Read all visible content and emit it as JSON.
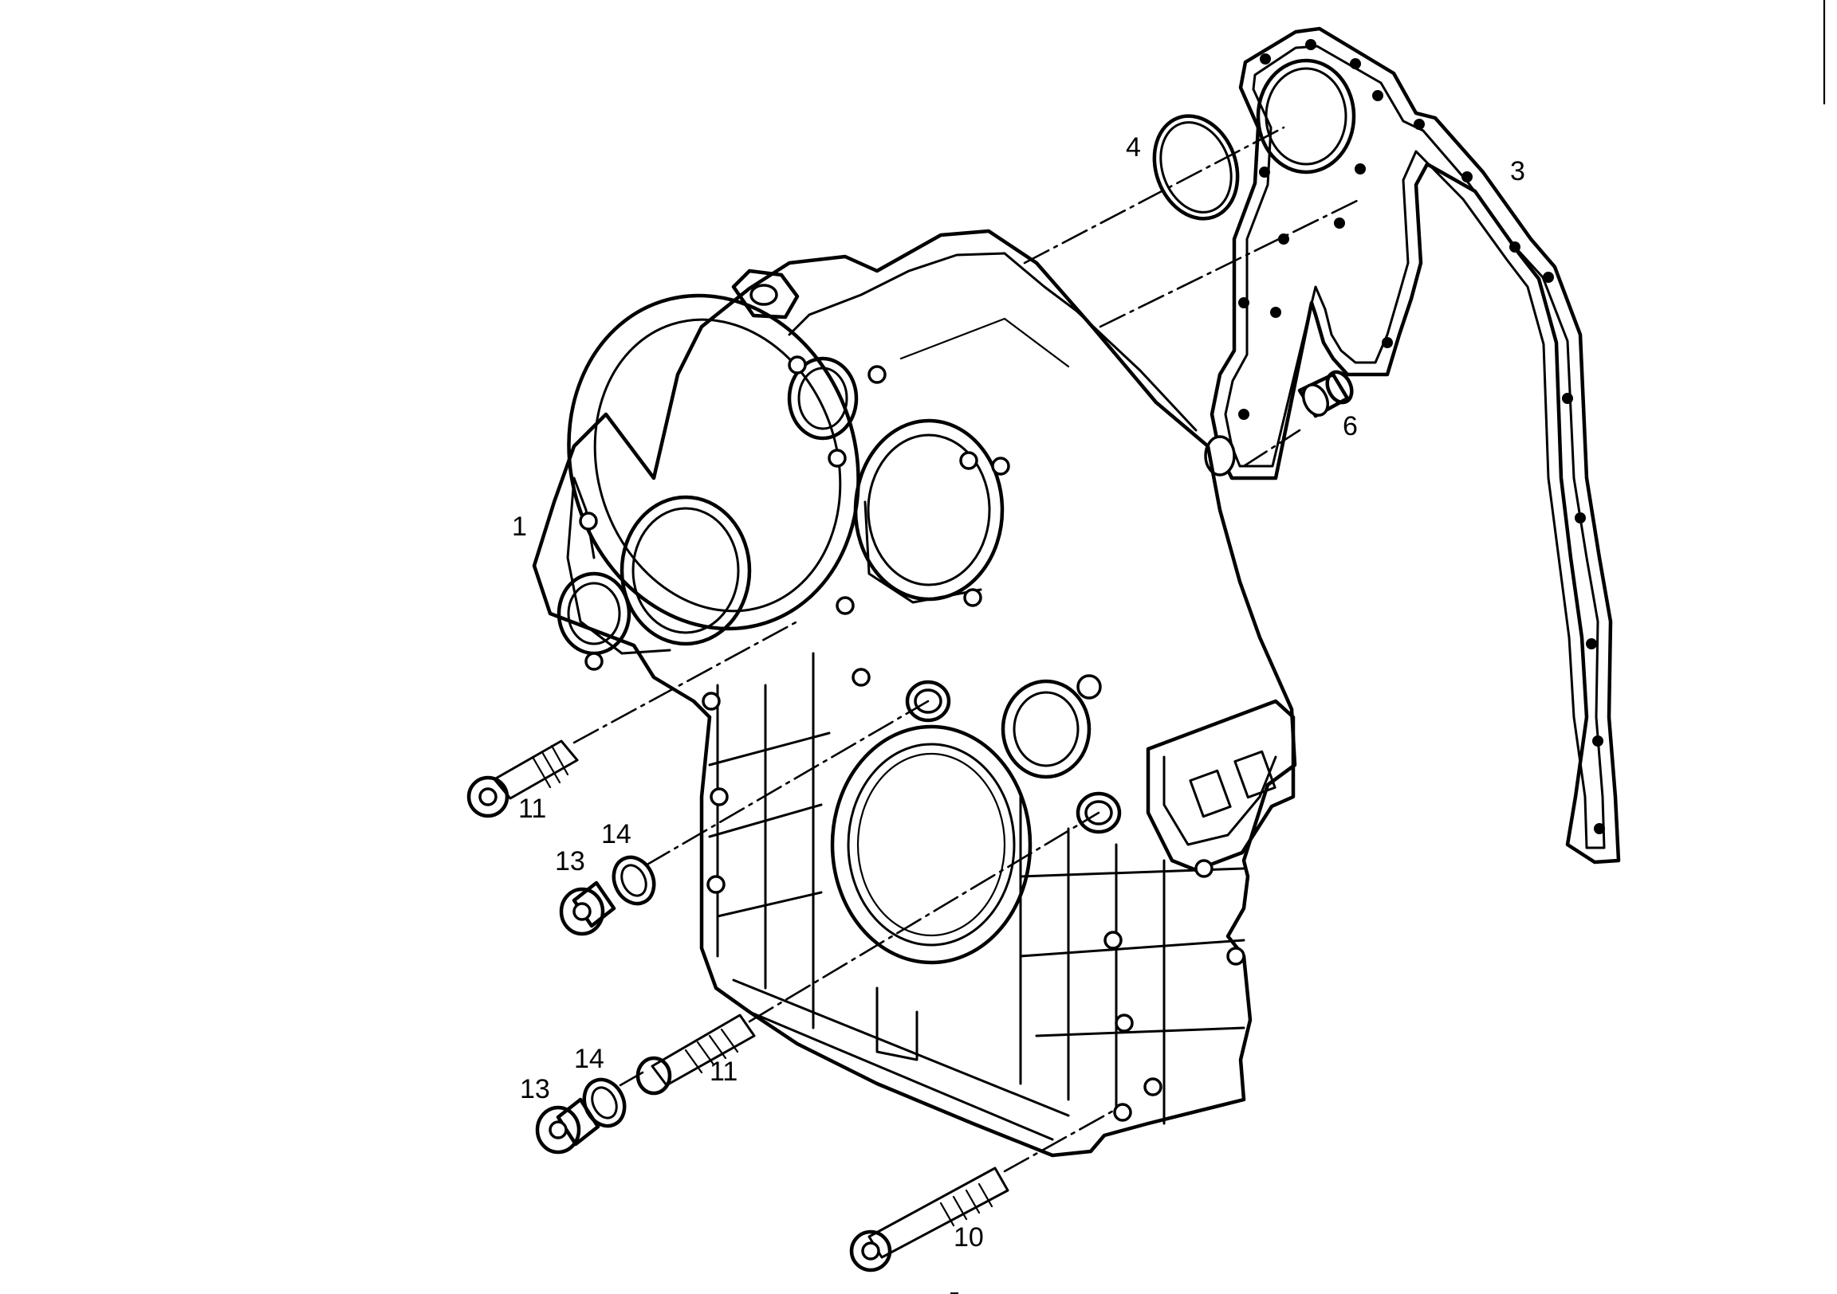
{
  "callouts": [
    {
      "id": "c1",
      "text": "1"
    },
    {
      "id": "c3",
      "text": "3"
    },
    {
      "id": "c4",
      "text": "4"
    },
    {
      "id": "c6",
      "text": "6"
    },
    {
      "id": "c10",
      "text": "10"
    },
    {
      "id": "c11a",
      "text": "11"
    },
    {
      "id": "c11b",
      "text": "11"
    },
    {
      "id": "c13a",
      "text": "13"
    },
    {
      "id": "c13b",
      "text": "13"
    },
    {
      "id": "c14a",
      "text": "14"
    },
    {
      "id": "c14b",
      "text": "14"
    }
  ]
}
